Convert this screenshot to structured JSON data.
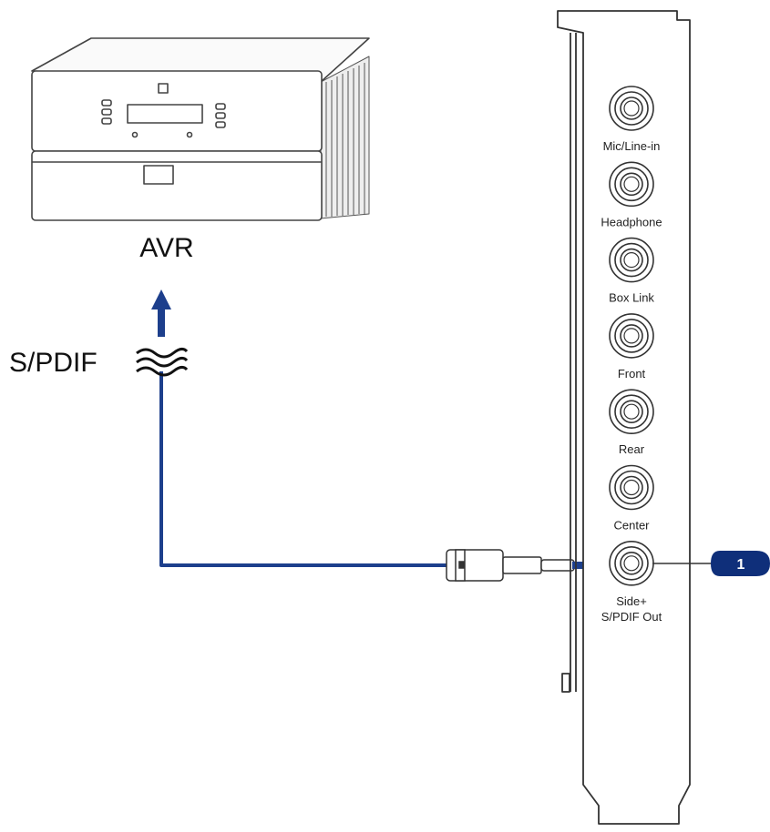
{
  "avr": {
    "label": "AVR"
  },
  "signal": {
    "label": "S/PDIF"
  },
  "jacks": [
    {
      "label_lines": [
        "Mic/Line-in"
      ]
    },
    {
      "label_lines": [
        "Headphone"
      ]
    },
    {
      "label_lines": [
        "Box Link"
      ]
    },
    {
      "label_lines": [
        "Front"
      ]
    },
    {
      "label_lines": [
        "Rear"
      ]
    },
    {
      "label_lines": [
        "Center"
      ]
    },
    {
      "label_lines": [
        "Side+",
        "S/PDIF Out"
      ]
    }
  ],
  "callout": {
    "number": "1"
  },
  "colors": {
    "cable": "#1d3f8c",
    "callout": "#0f2f7a",
    "line": "#333333"
  }
}
